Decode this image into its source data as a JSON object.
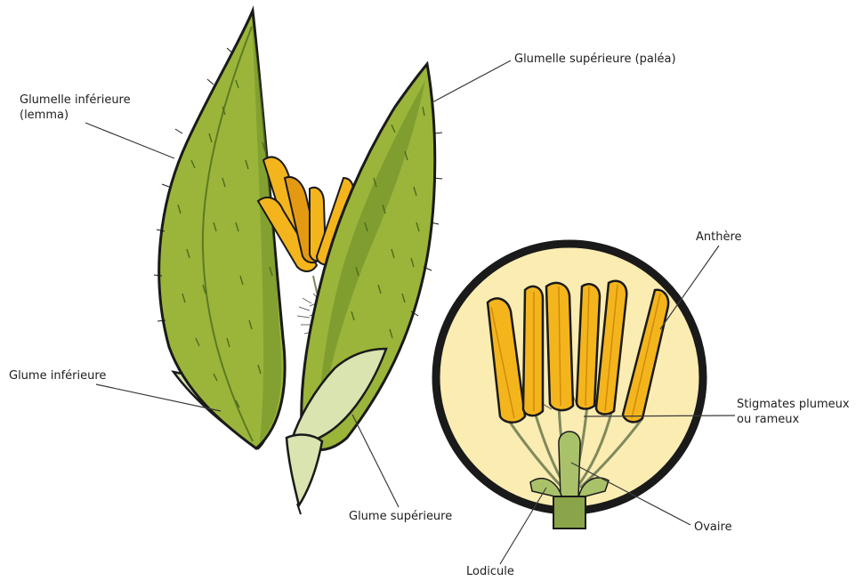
{
  "labels": {
    "glumelle_inferieure": {
      "line1": "Glumelle inférieure",
      "line2": "(lemma)"
    },
    "glumelle_superieure": "Glumelle supérieure (paléa)",
    "glume_inferieure": "Glume inférieure",
    "glume_superieure": "Glume supérieure",
    "anthere": "Anthère",
    "stigmates": {
      "line1": "Stigmates plumeux",
      "line2": "ou rameux"
    },
    "ovaire": "Ovaire",
    "lodicule": "Lodicule"
  },
  "colors": {
    "leaf_green": "#9ab53a",
    "leaf_dark": "#6f8f2a",
    "glume_pale": "#d9e4b0",
    "anther_yellow": "#f4b51c",
    "anther_orange": "#e39a12",
    "inset_background": "#fbecb2",
    "inset_border": "#1a1a1a",
    "outline": "#1a1a1a"
  }
}
